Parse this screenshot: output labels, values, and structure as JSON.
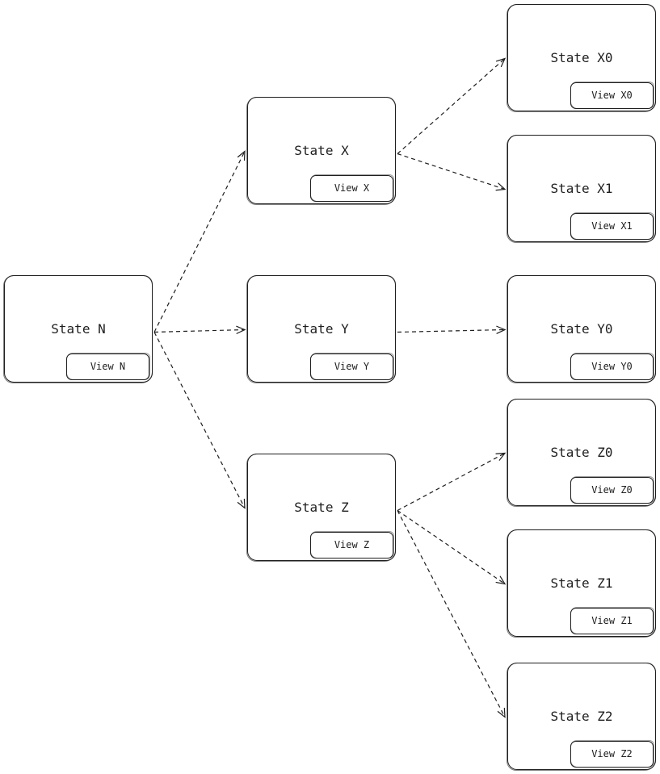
{
  "states": {
    "n": {
      "label": "State N",
      "view": "View N"
    },
    "x": {
      "label": "State X",
      "view": "View X"
    },
    "y": {
      "label": "State Y",
      "view": "View Y"
    },
    "z": {
      "label": "State Z",
      "view": "View Z"
    },
    "x0": {
      "label": "State X0",
      "view": "View X0"
    },
    "x1": {
      "label": "State X1",
      "view": "View X1"
    },
    "y0": {
      "label": "State Y0",
      "view": "View Y0"
    },
    "z0": {
      "label": "State Z0",
      "view": "View Z0"
    },
    "z1": {
      "label": "State Z1",
      "view": "View Z1"
    },
    "z2": {
      "label": "State Z2",
      "view": "View Z2"
    }
  },
  "edges": [
    {
      "from": "n",
      "to": "x",
      "style": "dashed-arrow"
    },
    {
      "from": "n",
      "to": "y",
      "style": "dashed-arrow"
    },
    {
      "from": "n",
      "to": "z",
      "style": "dashed-arrow"
    },
    {
      "from": "x",
      "to": "x0",
      "style": "dashed-arrow"
    },
    {
      "from": "x",
      "to": "x1",
      "style": "dashed-arrow"
    },
    {
      "from": "y",
      "to": "y0",
      "style": "dashed-arrow"
    },
    {
      "from": "z",
      "to": "z0",
      "style": "dashed-arrow"
    },
    {
      "from": "z",
      "to": "z1",
      "style": "dashed-arrow"
    },
    {
      "from": "z",
      "to": "z2",
      "style": "dashed-arrow"
    }
  ],
  "colors": {
    "stroke": "#1e1e1e",
    "background": "#ffffff"
  }
}
